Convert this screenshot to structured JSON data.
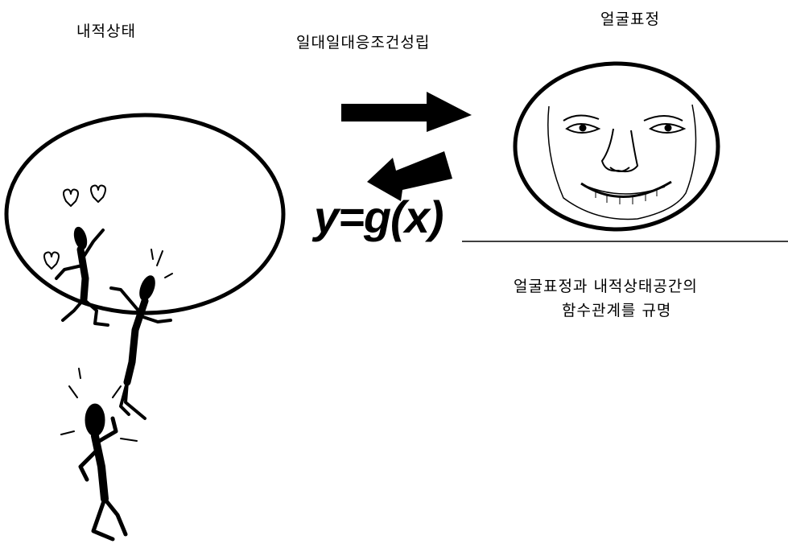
{
  "labels": {
    "internal_state": "내적상태",
    "one_to_one": "일대일대응조건성립",
    "facial_expression": "얼굴표정",
    "formula": "y=g(x)",
    "description_line1": "얼굴표정과 내적상태공간의",
    "description_line2": "함수관계를 규명"
  },
  "icons": {
    "internal_state_figures": "dancing-stick-figures-icon",
    "face": "smiling-face-icon",
    "forward_arrow": "right-arrow-icon",
    "backward_arrow": "left-arrow-icon"
  }
}
